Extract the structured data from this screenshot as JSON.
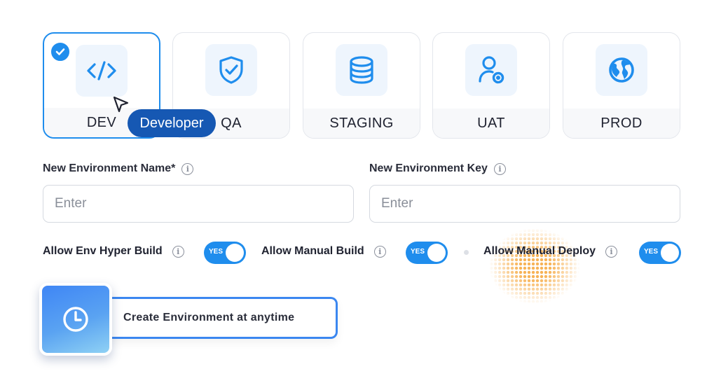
{
  "environments": [
    {
      "label": "DEV",
      "icon": "code-icon",
      "selected": true
    },
    {
      "label": "QA",
      "icon": "shield-check-icon",
      "selected": false
    },
    {
      "label": "STAGING",
      "icon": "database-icon",
      "selected": false
    },
    {
      "label": "UAT",
      "icon": "user-gear-icon",
      "selected": false
    },
    {
      "label": "PROD",
      "icon": "globe-icon",
      "selected": false
    }
  ],
  "tooltip": {
    "label": "Developer"
  },
  "form": {
    "name_label": "New Environment Name*",
    "name_placeholder": "Enter",
    "key_label": "New Environment Key",
    "key_placeholder": "Enter"
  },
  "toggles": [
    {
      "label": "Allow Env Hyper Build",
      "state": "YES",
      "on": true
    },
    {
      "label": "Allow Manual Build",
      "state": "YES",
      "on": true
    },
    {
      "label": "Allow Manual Deploy",
      "state": "YES",
      "on": true
    }
  ],
  "create_button": {
    "label": "Create Environment at anytime"
  },
  "colors": {
    "accent": "#1f8ded",
    "tooltip": "#1658b3",
    "halftone": "#f7ab45"
  }
}
